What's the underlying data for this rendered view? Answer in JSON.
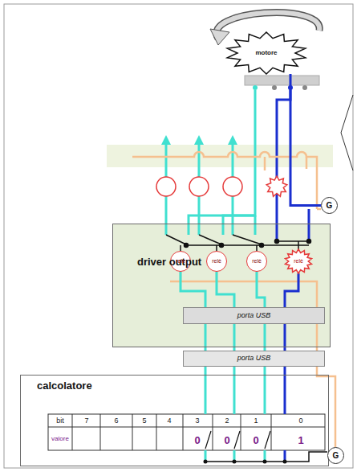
{
  "diagram": {
    "nodes": [
      {
        "text": [
          "motore"
        ]
      },
      {
        "text": [
          "driver output"
        ]
      },
      {
        "text": [
          "relè"
        ],
        "in": 1
      },
      {
        "text": [
          "relè"
        ],
        "in": 1
      },
      {
        "text": [
          "relè"
        ],
        "in": 1
      },
      {
        "text": [
          "relè"
        ],
        "in": 1
      },
      {
        "text": [
          "porta USB"
        ],
        "in": 1
      },
      {
        "text": [
          "porta USB"
        ]
      },
      {
        "text": [
          "calcolatore"
        ]
      },
      {
        "text": [
          "G"
        ]
      },
      {
        "text": [
          "G"
        ]
      }
    ],
    "edges": [
      {
        "from": 8,
        "to": 7,
        "arrow": "none"
      },
      {
        "from": 8,
        "to": 7,
        "arrow": "none"
      },
      {
        "from": 8,
        "to": 7,
        "arrow": "none"
      },
      {
        "from": 8,
        "to": 7,
        "arrow": "none"
      },
      {
        "from": 7,
        "to": 6,
        "arrow": "none"
      },
      {
        "from": 7,
        "to": 6,
        "arrow": "none"
      },
      {
        "from": 7,
        "to": 6,
        "arrow": "none"
      },
      {
        "from": 7,
        "to": 6,
        "arrow": "none"
      },
      {
        "from": 6,
        "to": 2,
        "arrow": "none"
      },
      {
        "from": 6,
        "to": 3,
        "arrow": "none"
      },
      {
        "from": 6,
        "to": 4,
        "arrow": "none"
      },
      {
        "from": 6,
        "to": 5,
        "arrow": "none"
      },
      {
        "from": 9,
        "to": 0,
        "arrow": "none"
      }
    ],
    "labels": [
      "bit",
      "7",
      "6",
      "5",
      "4",
      "3",
      "2",
      "1",
      "0",
      "valore",
      "0",
      "0",
      "0",
      "1"
    ]
  }
}
